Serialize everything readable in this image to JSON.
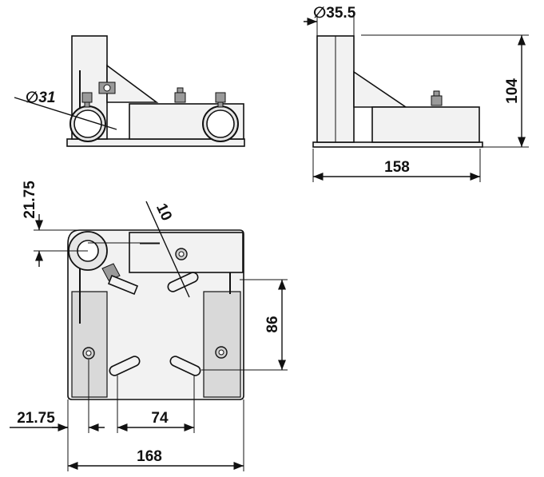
{
  "dimensions": {
    "tube_diameter_side": "31",
    "tube_diameter_front": "35.5",
    "height": "104",
    "depth_front": "158",
    "top_offset": "21.75",
    "slot_width": "10",
    "slot_spacing_vertical": "86",
    "left_offset": "21.75",
    "slot_spacing_horizontal": "74",
    "overall_width": "168"
  },
  "symbols": {
    "diameter": "∅"
  }
}
